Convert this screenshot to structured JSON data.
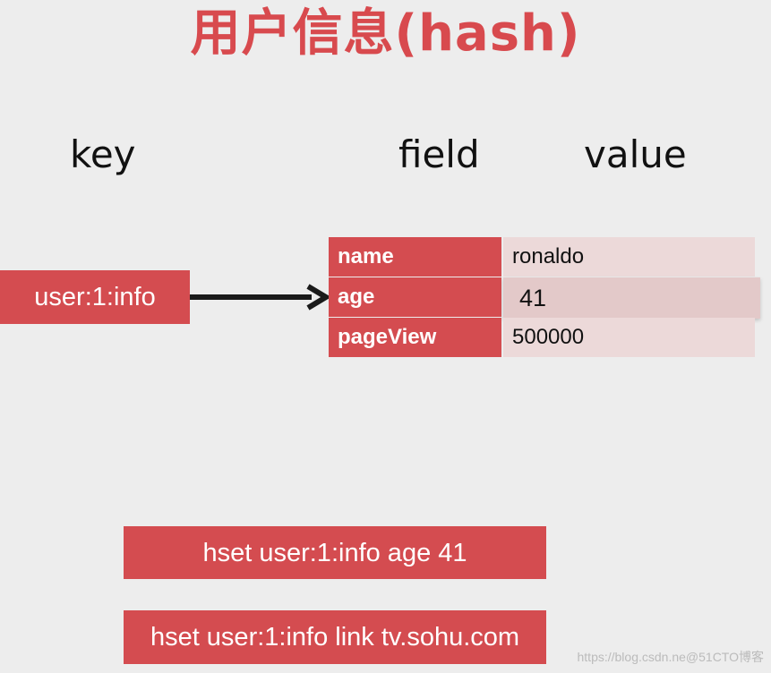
{
  "title": "用户信息(hash)",
  "columns": {
    "key": "key",
    "field": "field",
    "value": "value"
  },
  "key_label": "user:1:info",
  "hash_rows": [
    {
      "field": "name",
      "value": "ronaldo"
    },
    {
      "field": "age",
      "value": "41"
    },
    {
      "field": "pageView",
      "value": "500000"
    }
  ],
  "commands": [
    "hset user:1:info age 41",
    "hset user:1:info link tv.sohu.com"
  ],
  "watermark": "https://blog.csdn.ne@51CTO博客",
  "colors": {
    "accent": "#d44c50",
    "title": "#d84a4e",
    "value_bg": "#ecd9d9",
    "background": "#ededed"
  },
  "icons": {
    "arrow": "right-arrow-icon"
  }
}
